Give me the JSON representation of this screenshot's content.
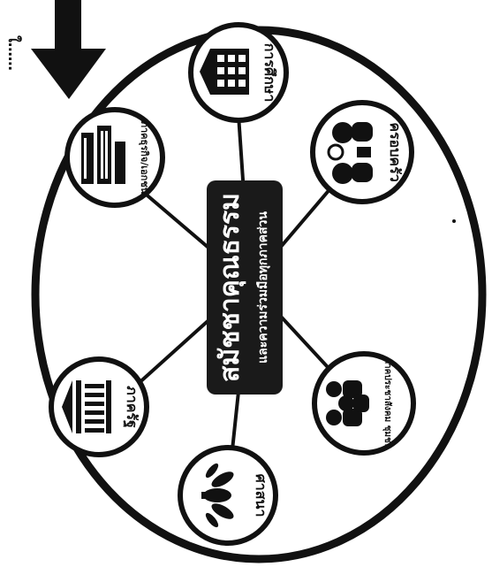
{
  "header_text": "ใ……",
  "center": {
    "title": "สมัชชาคุณธรรม",
    "subtitle": "และความร่วมมือทุกภาคส่วน"
  },
  "nodes": {
    "education": "การศึกษา",
    "family": "ครอบครัว",
    "business": "ภาคธุรกิจ/เอกชน",
    "government": "ภาครัฐ",
    "religion": "ศาสนา",
    "civil": "ภาคประชาสังคม ชุมชน"
  },
  "icons": {
    "arrow": "down-arrow-icon",
    "education": "school-building-icon",
    "family": "family-people-icon",
    "business": "office-buildings-icon",
    "government": "government-columns-icon",
    "religion": "lotus-icon",
    "civil": "community-people-icon"
  },
  "colors": {
    "ink": "#111111",
    "paper": "#ffffff",
    "center_fill": "#1a1a1a"
  }
}
